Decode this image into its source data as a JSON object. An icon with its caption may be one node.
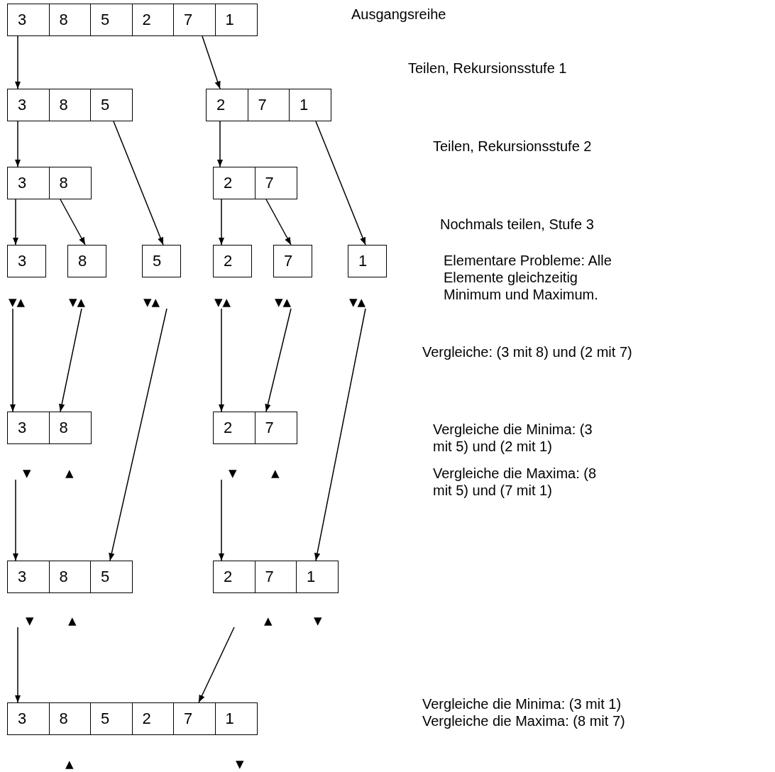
{
  "diagram": {
    "nodes": [
      {
        "text": [
          "3",
          "8",
          "5",
          "2",
          "7",
          "1"
        ]
      },
      {
        "text": [
          "3",
          "8",
          "5"
        ]
      },
      {
        "text": [
          "2",
          "7",
          "1"
        ]
      },
      {
        "text": [
          "3",
          "8"
        ]
      },
      {
        "text": [
          "2",
          "7"
        ]
      },
      {
        "text": [
          "3"
        ],
        "beside": [
          "▼▲"
        ]
      },
      {
        "text": [
          "8"
        ],
        "beside": [
          "▼▲"
        ]
      },
      {
        "text": [
          "5"
        ],
        "beside": [
          "▼▲"
        ]
      },
      {
        "text": [
          "2"
        ],
        "beside": [
          "▼▲"
        ]
      },
      {
        "text": [
          "7"
        ],
        "beside": [
          "▼▲"
        ]
      },
      {
        "text": [
          "1"
        ],
        "beside": [
          "▼▲"
        ]
      },
      {
        "text": [
          "3",
          "8"
        ],
        "beside": [
          "▼",
          "▲"
        ]
      },
      {
        "text": [
          "2",
          "7"
        ],
        "beside": [
          "▼",
          "▲"
        ]
      },
      {
        "text": [
          "3",
          "8",
          "5"
        ],
        "beside": [
          "▼",
          "▲"
        ]
      },
      {
        "text": [
          "2",
          "7",
          "1"
        ],
        "beside": [
          "▲",
          "▼"
        ]
      },
      {
        "text": [
          "3",
          "8",
          "5",
          "2",
          "7",
          "1"
        ],
        "beside": [
          "▲",
          "▼"
        ]
      }
    ],
    "edges": [
      {
        "from": 0,
        "to": 1,
        "arrow": "to"
      },
      {
        "from": 0,
        "to": 2,
        "arrow": "to"
      },
      {
        "from": 1,
        "to": 3,
        "arrow": "to"
      },
      {
        "from": 1,
        "to": 7,
        "arrow": "to"
      },
      {
        "from": 2,
        "to": 4,
        "arrow": "to"
      },
      {
        "from": 2,
        "to": 10,
        "arrow": "to"
      },
      {
        "from": 3,
        "to": 5,
        "arrow": "to"
      },
      {
        "from": 3,
        "to": 6,
        "arrow": "to"
      },
      {
        "from": 4,
        "to": 8,
        "arrow": "to"
      },
      {
        "from": 4,
        "to": 9,
        "arrow": "to"
      },
      {
        "from": 5,
        "to": 11,
        "arrow": "to"
      },
      {
        "from": 6,
        "to": 11,
        "arrow": "to"
      },
      {
        "from": 8,
        "to": 12,
        "arrow": "to"
      },
      {
        "from": 9,
        "to": 12,
        "arrow": "to"
      },
      {
        "from": 7,
        "to": 13,
        "arrow": "to"
      },
      {
        "from": 11,
        "to": 13,
        "arrow": "to"
      },
      {
        "from": 12,
        "to": 14,
        "arrow": "to"
      },
      {
        "from": 10,
        "to": 14,
        "arrow": "to"
      },
      {
        "from": 13,
        "to": 15,
        "arrow": "to"
      },
      {
        "from": 14,
        "to": 15,
        "arrow": "to"
      }
    ],
    "labels": [
      "Ausgangsreihe",
      "Teilen, Rekursionsstufe 1",
      "Teilen, Rekursionsstufe 2",
      "Nochmals teilen, Stufe 3",
      "Elementare Probleme: Alle Elemente gleichzeitig Minimum und Maximum.",
      "Vergleiche: (3 mit 8) und (2 mit 7)",
      "Vergleiche die Minima: (3 mit 5) und (2 mit 1)",
      "Vergleiche die Maxima: (8 mit 5) und (7 mit 1)",
      "Vergleiche die Minima: (3 mit 1) Vergleiche die Maxima: (8 mit 7)"
    ]
  }
}
